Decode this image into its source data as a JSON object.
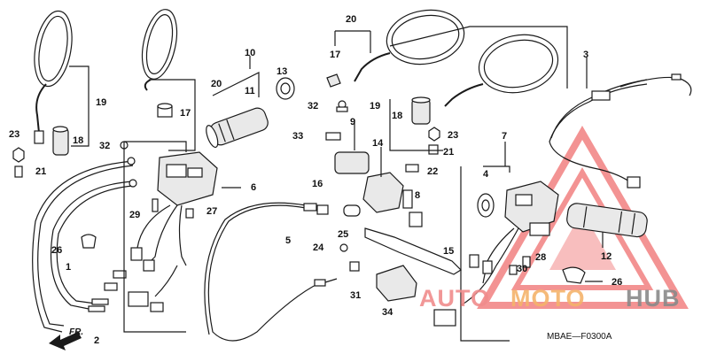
{
  "diagram": {
    "labels": {
      "l1": "1",
      "l2": "2",
      "l3": "3",
      "l4": "4",
      "l5": "5",
      "l6": "6",
      "l7": "7",
      "l8": "8",
      "l9": "9",
      "l10": "10",
      "l11": "11",
      "l12": "12",
      "l13": "13",
      "l14": "14",
      "l15": "15",
      "l16": "16",
      "l17": "17",
      "l18": "18",
      "l19": "19",
      "l20": "20",
      "l21": "21",
      "l22": "22",
      "l23": "23",
      "l24": "24",
      "l25": "25",
      "l26": "26",
      "l27": "27",
      "l28": "28",
      "l29": "29",
      "l30": "30",
      "l31": "31",
      "l32": "32",
      "l33": "33",
      "l34": "34"
    },
    "front_arrow": "FR.",
    "diagram_code": "MBAE—F0300A"
  },
  "watermark": {
    "part1": "AUTO",
    "part2": "MOTO",
    "part3": "HUB",
    "colors": {
      "red": "#f08c8c",
      "orange": "#f5b36b",
      "grey": "#8a8a8a"
    }
  }
}
